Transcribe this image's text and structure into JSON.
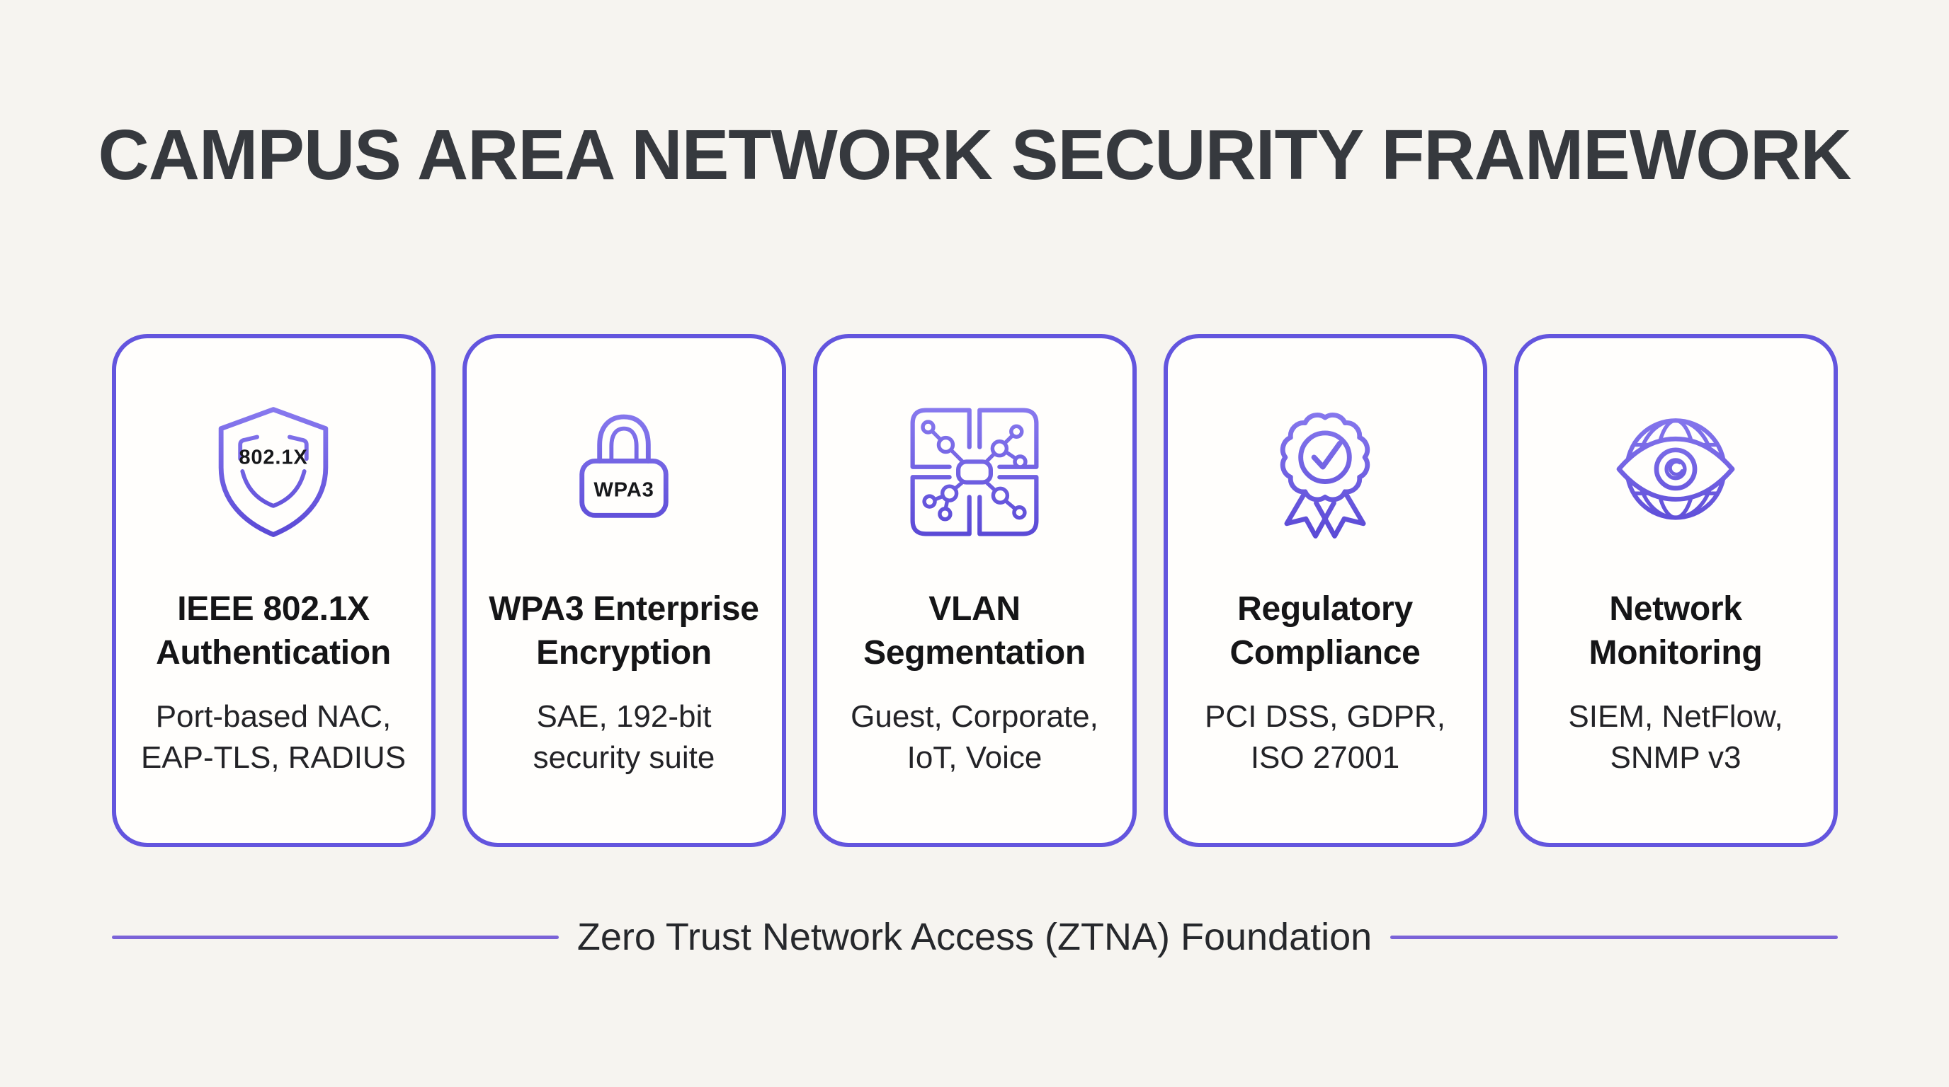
{
  "header": {
    "title": "CAMPUS AREA NETWORK SECURITY FRAMEWORK"
  },
  "cards": [
    {
      "icon": "shield-802-1x-icon",
      "icon_label": "802.1X",
      "title": "IEEE 802.1X\nAuthentication",
      "subtitle": "Port-based NAC,\nEAP-TLS, RADIUS"
    },
    {
      "icon": "padlock-wpa3-icon",
      "icon_label": "WPA3",
      "title": "WPA3 Enterprise\nEncryption",
      "subtitle": "SAE, 192-bit\nsecurity suite"
    },
    {
      "icon": "vlan-segmentation-icon",
      "title": "VLAN\nSegmentation",
      "subtitle": "Guest, Corporate,\nIoT, Voice"
    },
    {
      "icon": "compliance-award-badge-icon",
      "title": "Regulatory\nCompliance",
      "subtitle": "PCI DSS, GDPR,\nISO 27001"
    },
    {
      "icon": "monitoring-eye-globe-icon",
      "title": "Network\nMonitoring",
      "subtitle": "SIEM, NetFlow,\nSNMP v3"
    }
  ],
  "footer": {
    "label": "Zero Trust Network Access (ZTNA) Foundation"
  },
  "colors": {
    "accent": "#6355DE",
    "icon_gradient_top": "#8B7DF0",
    "icon_gradient_bottom": "#5746D4",
    "divider": "#7B63D8",
    "heading": "#36393E",
    "card_text": "#151517",
    "page_bg": "#F6F4F0",
    "card_bg": "#FFFEFC"
  }
}
